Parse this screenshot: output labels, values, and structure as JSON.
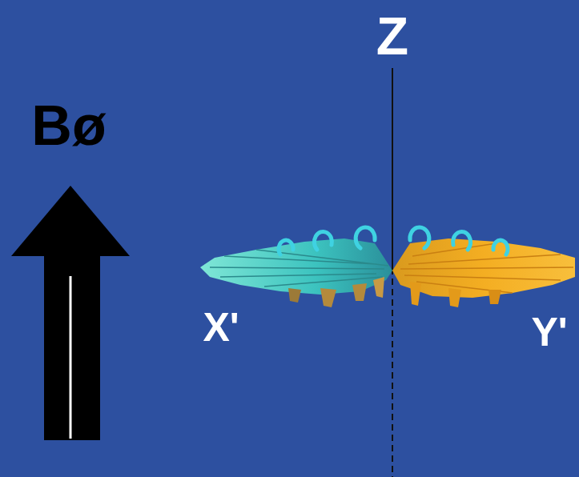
{
  "diagram": {
    "labels": [
      "Bø",
      "Z",
      "X'",
      "Y'"
    ]
  }
}
